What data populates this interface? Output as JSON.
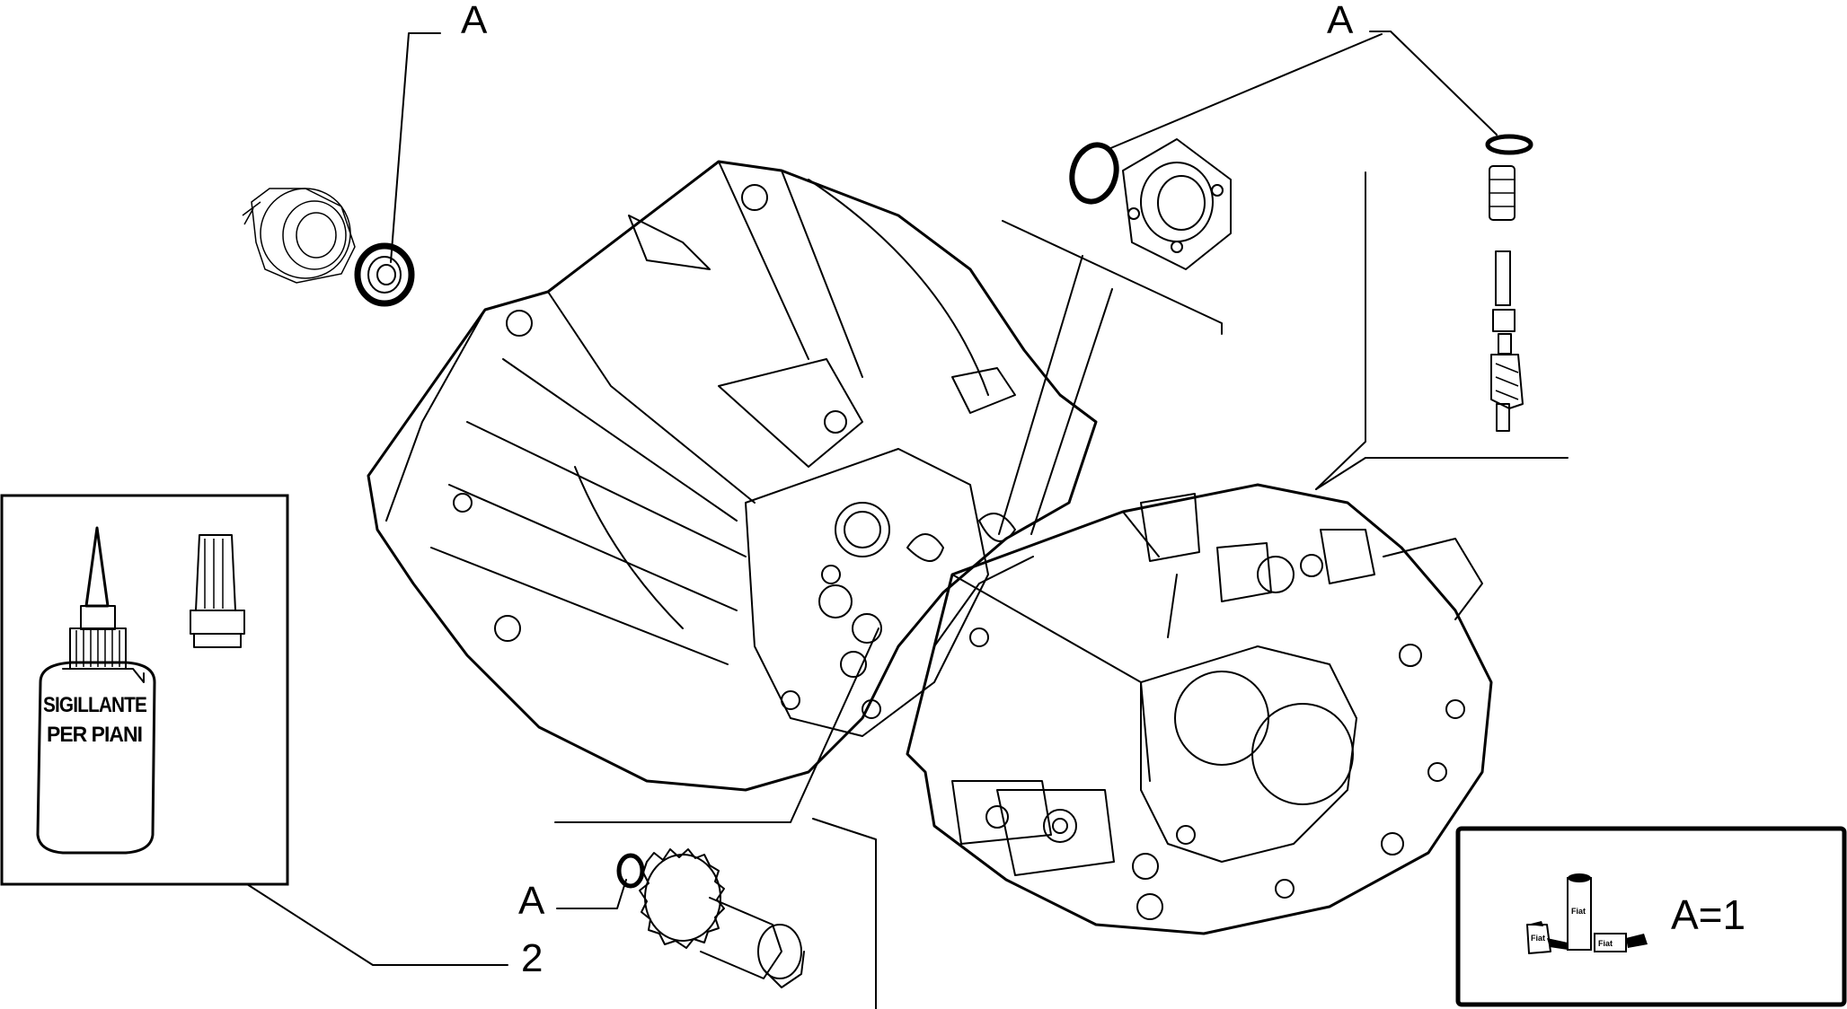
{
  "callouts": {
    "ref_a": "A",
    "ref_2": "2"
  },
  "sealant_tube": {
    "line1": "SIGILLANTE",
    "line2": "PER PIANI"
  },
  "legend": {
    "formula": "A=1",
    "kit_label_1": "Fiat",
    "kit_label_2": "Fiat",
    "kit_label_3": "Fiat"
  }
}
